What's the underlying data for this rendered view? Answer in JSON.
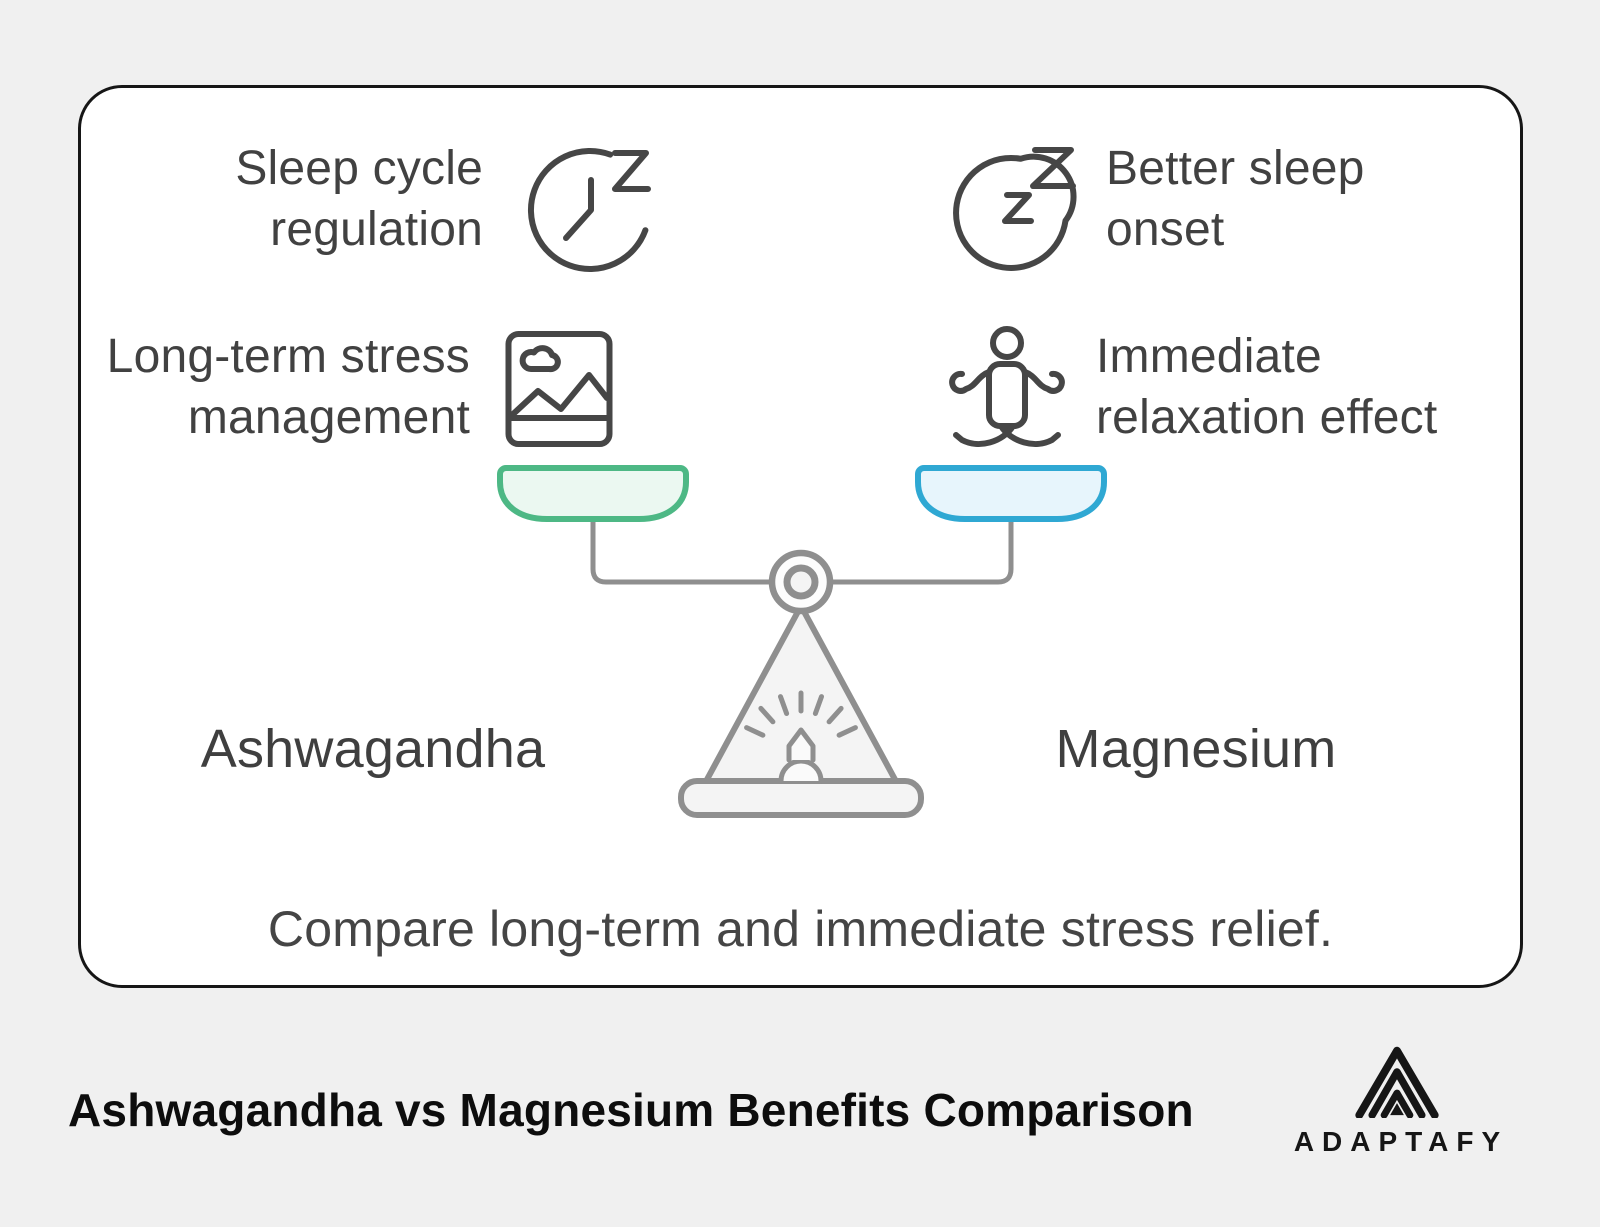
{
  "diagram": {
    "benefits": {
      "top_left": "Sleep cycle\nregulation",
      "top_right": "Better sleep\nonset",
      "mid_left": "Long-term stress\nmanagement",
      "mid_right": "Immediate\nrelaxation effect"
    },
    "scale": {
      "left_item": "Ashwagandha",
      "right_item": "Magnesium"
    },
    "caption": "Compare long-term and immediate stress relief.",
    "icons": {
      "top_left": "clock-snooze-icon",
      "top_right": "sleeping-moon-icon",
      "mid_left": "image-landscape-icon",
      "mid_right": "meditation-icon",
      "center": "balance-scale-graphic"
    }
  },
  "footer": {
    "title": "Ashwagandha vs Magnesium Benefits Comparison",
    "brand": "ADAPTAFY"
  },
  "colors": {
    "background": "#f0f0f0",
    "card_bg": "#ffffff",
    "card_border": "#161616",
    "text": "#414141",
    "icon_stroke": "#464646",
    "scale_gray": "#8f8f8f",
    "scale_fill": "#f4f4f4",
    "pan_left_stroke": "#4db885",
    "pan_left_fill": "#ebf8f1",
    "pan_right_stroke": "#2fa8d3",
    "pan_right_fill": "#e7f5fc",
    "brand": "#161616"
  }
}
